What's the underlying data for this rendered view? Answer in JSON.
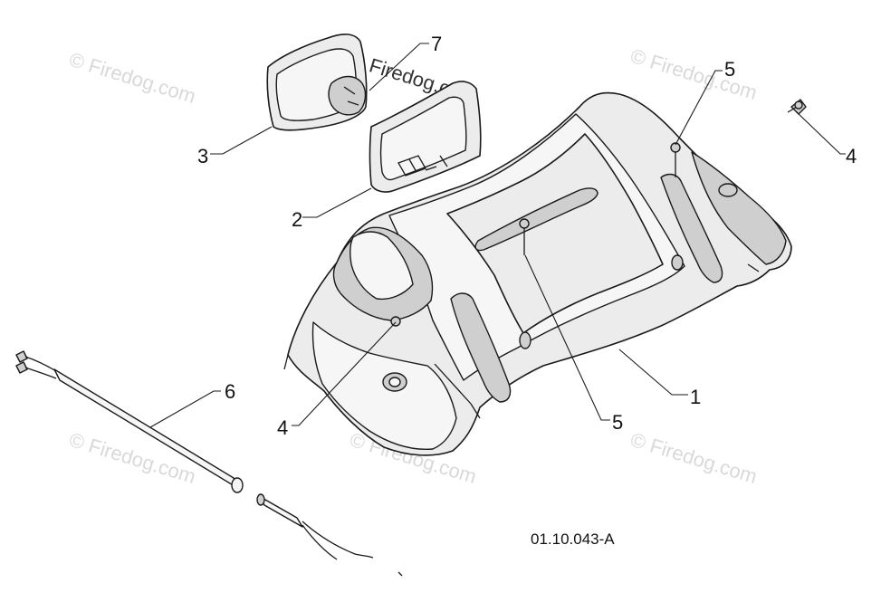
{
  "callouts": [
    {
      "label": "1"
    },
    {
      "label": "2"
    },
    {
      "label": "3"
    },
    {
      "label": "4"
    },
    {
      "label": "4"
    },
    {
      "label": "5"
    },
    {
      "label": "5"
    },
    {
      "label": "6"
    },
    {
      "label": "7"
    }
  ],
  "drawing_code": "01.10.043-A",
  "watermarks": [
    "© Firedog.com",
    "© Firedog.com",
    "© Firedog.com",
    "© Firedog.com",
    "© Firedog.com",
    "© Firedog.com"
  ]
}
